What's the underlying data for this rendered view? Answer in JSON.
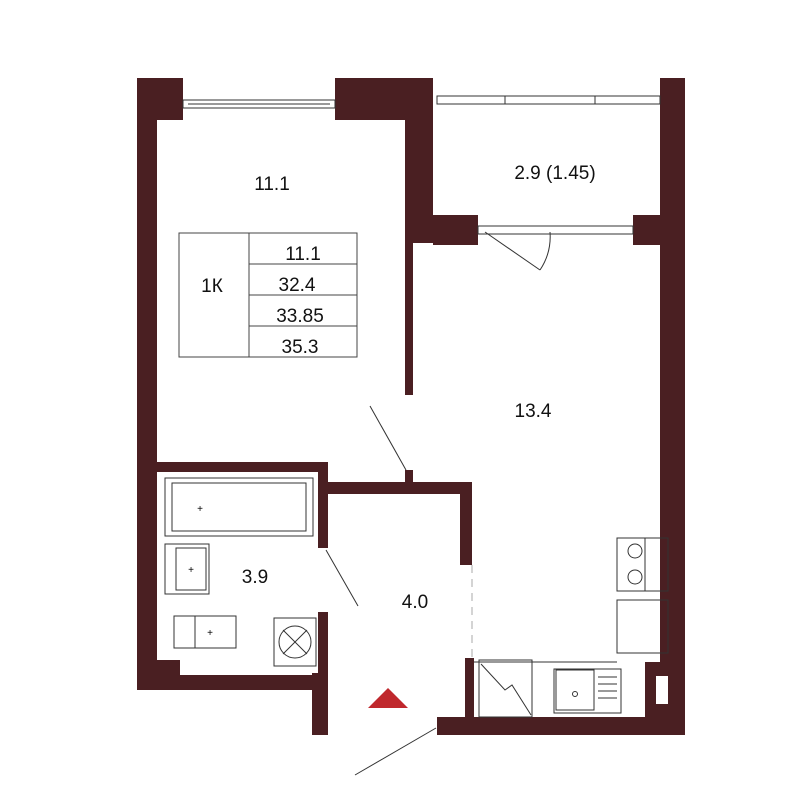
{
  "plan": {
    "wall_color": "#4a1f22",
    "entrance_marker_color": "#c0282d",
    "rooms": {
      "bedroom_area": "11.1",
      "balcony_area": "2.9 (1.45)",
      "living_kitchen_area": "13.4",
      "bathroom_area": "3.9",
      "hallway_area": "4.0"
    },
    "summary_table": {
      "type": "1К",
      "values": [
        "11.1",
        "32.4",
        "33.85",
        "35.3"
      ]
    }
  }
}
